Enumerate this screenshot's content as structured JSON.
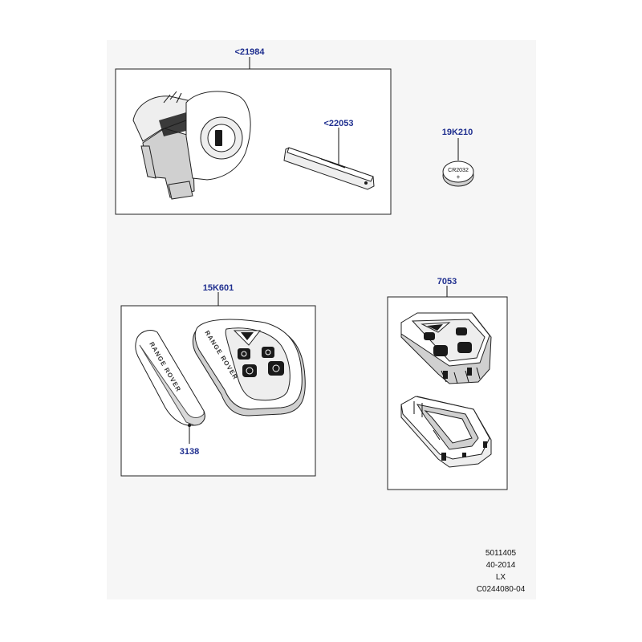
{
  "callouts": {
    "ignition_switch": "<21984",
    "key_blade": "<22053",
    "battery": "19K210",
    "remote_transmitter": "15K601",
    "remote_housing": "7053",
    "cover": "3138"
  },
  "battery_marking": "CR2032",
  "battery_polarity": "+",
  "fob_branding": "RANGE ROVER",
  "stamp": {
    "line1": "5011405",
    "line2": "40-2014",
    "line3": "LX",
    "line4": "C0244080-04"
  },
  "colors": {
    "callout_text": "#1f2f8f",
    "background_panel": "#f6f6f6",
    "frame": "#222222"
  }
}
